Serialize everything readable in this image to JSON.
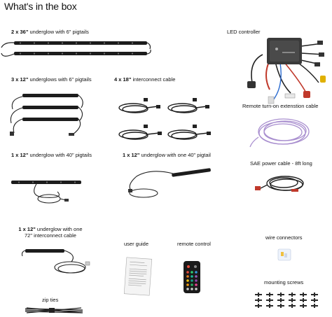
{
  "header": {
    "title": "What's in the box"
  },
  "items": {
    "underglow_36": {
      "qty": "2 x 36\"",
      "desc": " underglow with 6\" pigtails"
    },
    "led_controller": {
      "label": "LED controller"
    },
    "underglow_12_six": {
      "qty": "3 x 12\"",
      "desc": " underglows with 6\" pigtails"
    },
    "interconnect_18": {
      "qty": "4 x 18\"",
      "desc": " interconnect cable"
    },
    "remote_ext": {
      "label": "Remote turn-on extenstion cable"
    },
    "sae_cable": {
      "label": "SAE power cable - 8ft long"
    },
    "underglow_12_forty": {
      "qty": "1 x 12\"",
      "desc": " underglow with 40\" pigtails"
    },
    "underglow_12_one_forty": {
      "qty": "1 x 12\"",
      "desc": " underglow with one 40\" pigtail"
    },
    "underglow_12_72": {
      "qty": "1 x 12\"",
      "desc": " underglow with one",
      "line2": "72\" interconnect cable"
    },
    "user_guide": {
      "label": "user guide"
    },
    "remote_control": {
      "label": "remote control"
    },
    "wire_connectors": {
      "label": "wire connectors"
    },
    "mounting_screws": {
      "label": "mounting screws"
    },
    "zip_ties": {
      "label": "zip ties"
    }
  },
  "colors": {
    "strip": "#1c1c1c",
    "led": "#5a5a5a",
    "purple_wire": "#a98fcf",
    "red_wire": "#c0392b"
  }
}
